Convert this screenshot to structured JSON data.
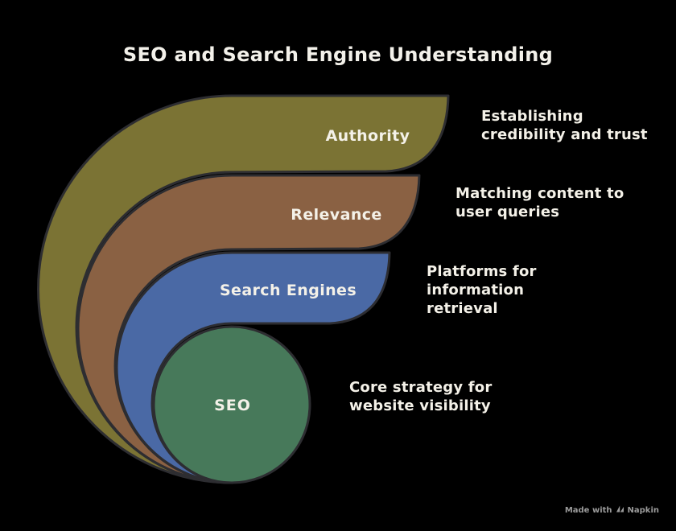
{
  "title": "SEO and Search Engine Understanding",
  "diagram": {
    "background": "#000000",
    "stroke_color": "#2d2d31",
    "items": [
      {
        "label": "Authority",
        "color": "#7b7334",
        "description": "Establishing credibility and trust",
        "desc_lines": [
          "Establishing",
          "credibility and trust"
        ]
      },
      {
        "label": "Relevance",
        "color": "#8a6143",
        "description": "Matching content to user queries",
        "desc_lines": [
          "Matching content to",
          "user queries"
        ]
      },
      {
        "label": "Search Engines",
        "color": "#4a69a5",
        "description": "Platforms for information retrieval",
        "desc_lines": [
          "Platforms for",
          "information",
          "retrieval"
        ]
      },
      {
        "label": "SEO",
        "color": "#47795a",
        "description": "Core strategy for website visibility",
        "desc_lines": [
          "Core strategy for",
          "website visibility"
        ]
      }
    ]
  },
  "watermark": {
    "prefix": "Made with",
    "brand": "Napkin"
  }
}
